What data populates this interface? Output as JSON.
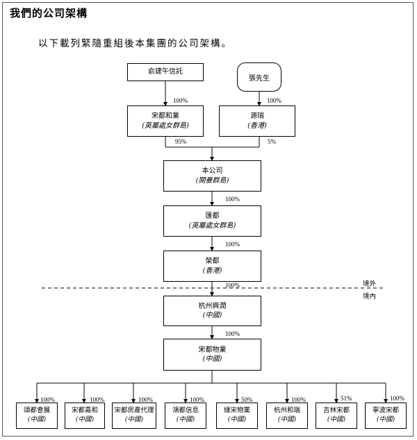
{
  "heading": "我們的公司架構",
  "intro": "以下載列緊隨重組後本集團的公司架構。",
  "shareholders": {
    "yu": "俞建午信託",
    "zhang": "張先生"
  },
  "holding": {
    "songdu_heye": {
      "name": "宋都和業",
      "sub": "(英屬處女群島)"
    },
    "yuanrui": {
      "name": "源瑞",
      "sub": "(香港)"
    }
  },
  "company": {
    "name": "本公司",
    "sub": "(開曼群島)"
  },
  "huidu": {
    "name": "匯都",
    "sub": "(英屬處女群島)"
  },
  "rongdu": {
    "name": "榮都",
    "sub": "(香港)"
  },
  "hangzhou_xingrun": {
    "name": "杭州興潤",
    "sub": "(中國)"
  },
  "songdu_wuye": {
    "name": "宋都物業",
    "sub": "(中國)"
  },
  "zones": {
    "offshore": "境外",
    "onshore": "境內"
  },
  "percentages": {
    "yu_to_heye": "100%",
    "zhang_to_yuanrui": "100%",
    "heye_to_company": "95%",
    "yuanrui_to_company": "5%",
    "company_to_huidu": "100%",
    "huidu_to_rongdu": "100%",
    "rongdu_to_xingrun": "100%",
    "xingrun_to_wuye": "100%"
  },
  "subsidiaries": [
    {
      "name": "頌都會展",
      "sub": "(中國)",
      "pct": "100%"
    },
    {
      "name": "宋都嘉和",
      "sub": "(中國)",
      "pct": "100%"
    },
    {
      "name": "宋都房產代理",
      "sub": "(中國)",
      "pct": "100%"
    },
    {
      "name": "鴻都信息",
      "sub": "(中國)",
      "pct": "100%"
    },
    {
      "name": "綠宋物業",
      "sub": "(中國)",
      "pct": "50%"
    },
    {
      "name": "杭州和瑞",
      "sub": "(中國)",
      "pct": "100%"
    },
    {
      "name": "吉林宋都",
      "sub": "(中國)",
      "pct": "51%"
    },
    {
      "name": "寧波宋都",
      "sub": "(中國)",
      "pct": "100%"
    }
  ]
}
